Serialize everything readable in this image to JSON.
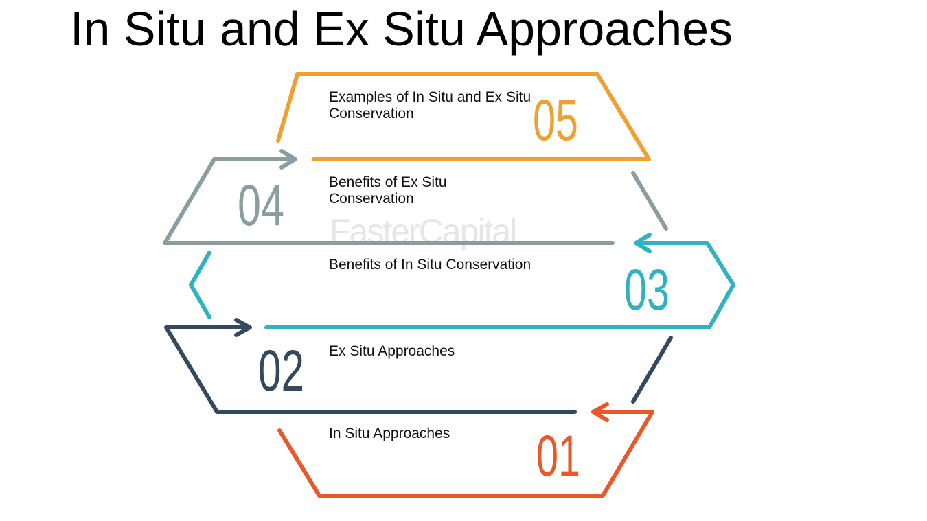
{
  "title": "In Situ and Ex Situ Approaches",
  "watermark": "FasterCapital",
  "steps": [
    {
      "number": "01",
      "label": "In Situ Approaches",
      "color": "#e8582a"
    },
    {
      "number": "02",
      "label": "Ex Situ Approaches",
      "color": "#34495e"
    },
    {
      "number": "03",
      "label": "Benefits of In Situ Conservation",
      "color": "#2fb3c3"
    },
    {
      "number": "04",
      "label": "Benefits of Ex Situ Conservation",
      "color": "#8a9ea0"
    },
    {
      "number": "05",
      "label": "Examples of In Situ and Ex Situ Conservation",
      "color": "#f0a030"
    }
  ]
}
